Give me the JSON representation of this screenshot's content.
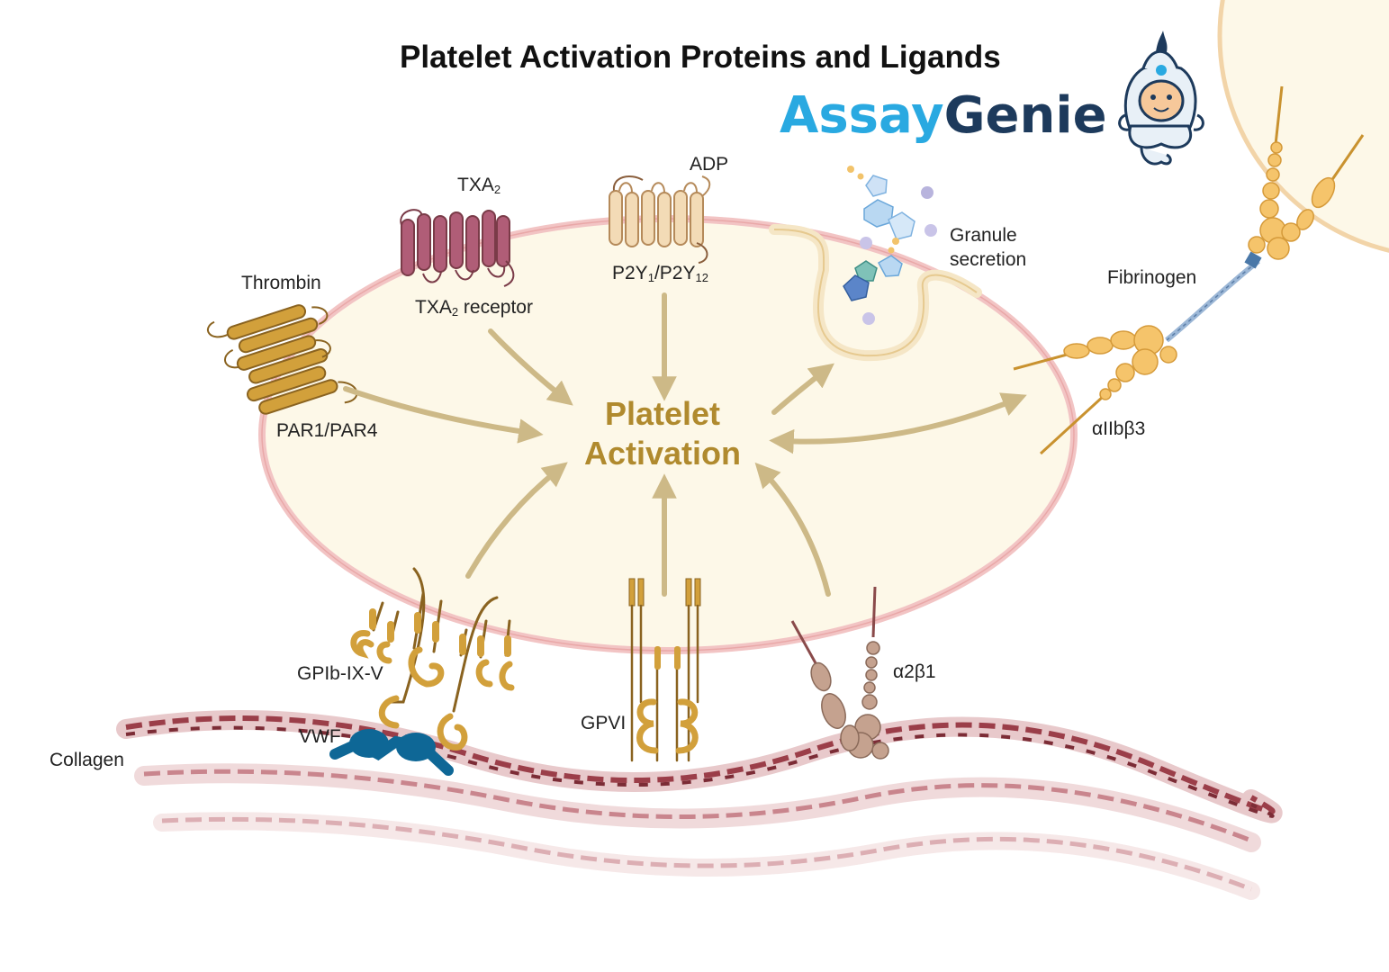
{
  "title": "Platelet Activation Proteins and Ligands",
  "logo": {
    "part1": "Assay",
    "part2": "Genie",
    "mascot": "genie-mascot-icon"
  },
  "center": {
    "line1": "Platelet",
    "line2": "Activation"
  },
  "labels": {
    "txa2": {
      "main": "TXA",
      "sub": "2"
    },
    "txa2_receptor": {
      "main": "TXA",
      "sub": "2",
      "rest": " receptor"
    },
    "adp": "ADP",
    "p2y": {
      "a": "P2Y",
      "sub1": "1",
      "b": "/P2Y",
      "sub2": "12"
    },
    "granule": {
      "line1": "Granule",
      "line2": "secretion"
    },
    "fibrinogen": "Fibrinogen",
    "thrombin": "Thrombin",
    "par": "PAR1/PAR4",
    "aiib": "αIIbβ3",
    "gpib": "GPIb-IX-V",
    "vwf": "VWF",
    "gpvi": "GPVI",
    "a2b1": "α2β1",
    "collagen": "Collagen"
  },
  "colors": {
    "cytoplasm": "#fdf8e8",
    "membrane": "#f2c4c4",
    "gpcr_thrombin": "#d2a03b",
    "gpcr_txa2": "#b05d77",
    "gpcr_adp": "#f3dbb6",
    "arrow": "#cdb987",
    "activation_text": "#b08a2e",
    "collagen": "#9b3e49",
    "vwf": "#0e6796",
    "integrin_tan": "#f5c46b",
    "a2b1": "#c5a28f"
  }
}
